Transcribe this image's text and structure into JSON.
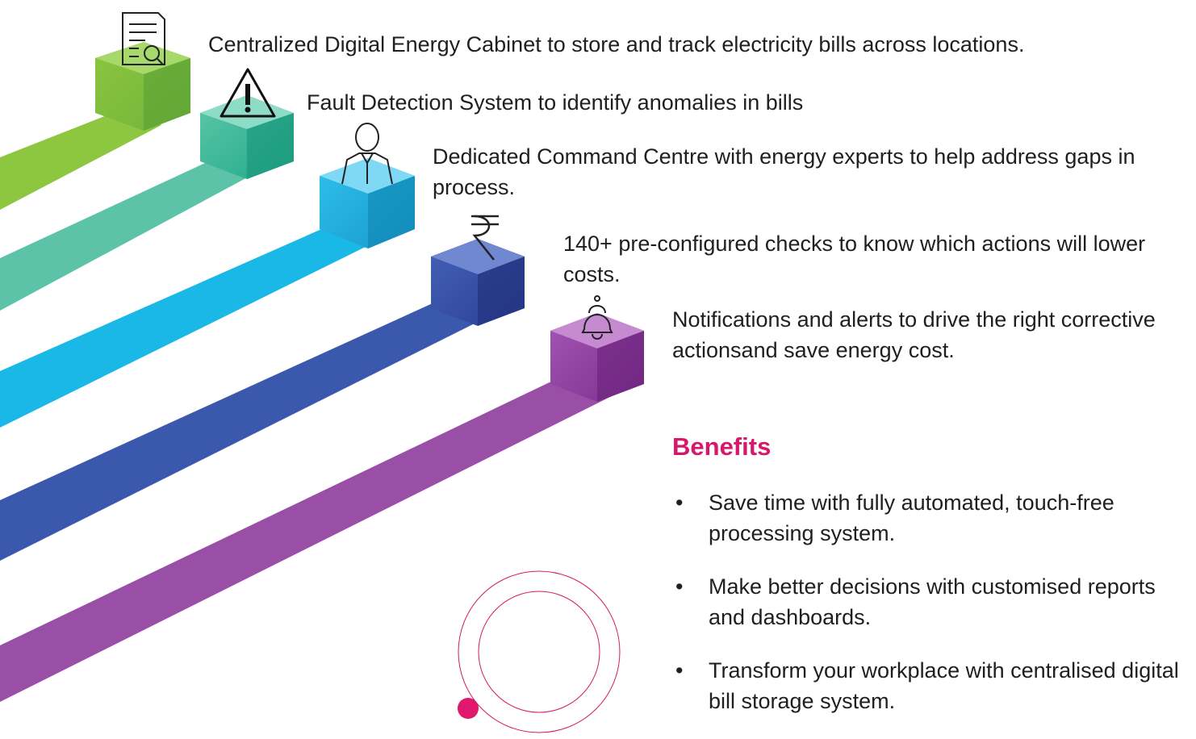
{
  "features": [
    {
      "text": "Centralized Digital Energy Cabinet to store and track electricity bills across locations.",
      "icon": "document-search-icon",
      "color": "#7dc242"
    },
    {
      "text": "Fault Detection System to identify anomalies in bills",
      "icon": "warning-icon",
      "color": "#3dbd9c"
    },
    {
      "text": "Dedicated Command Centre with energy experts to help address gaps in process.",
      "icon": "expert-person-icon",
      "color": "#1ab2e4"
    },
    {
      "text": "140+ pre-configured checks to know which actions will lower costs.",
      "icon": "rupee-icon",
      "color": "#2f4fa2"
    },
    {
      "text": "Notifications and alerts to drive the right corrective actionsand save energy cost.",
      "icon": "bell-icon",
      "color": "#8c3d9c"
    }
  ],
  "benefits": {
    "title": "Benefits",
    "items": [
      "Save time with fully automated, touch-free processing system.",
      "Make better decisions with customised reports and dashboards.",
      "Transform your workplace with centralised digital bill storage system."
    ]
  },
  "accent_color": "#d6176a"
}
